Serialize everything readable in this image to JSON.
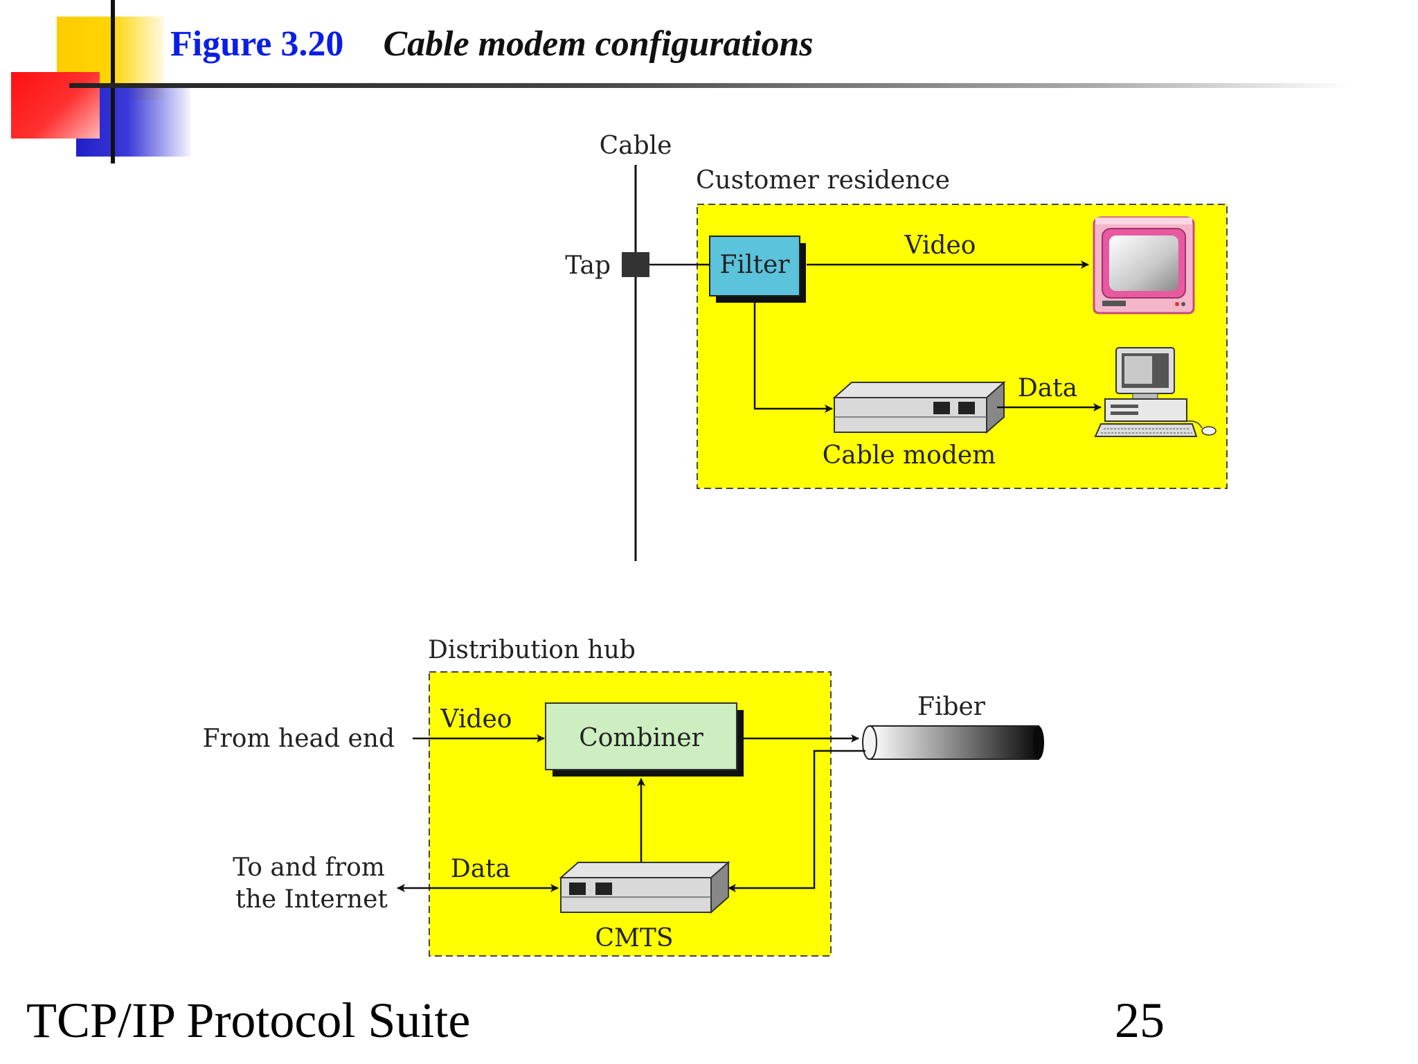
{
  "figure": {
    "number": "Figure 3.20",
    "caption": "Cable modem configurations"
  },
  "top_diagram": {
    "cable_label": "Cable",
    "tap_label": "Tap",
    "residence_label": "Customer residence",
    "filter_label": "Filter",
    "video_label": "Video",
    "data_label": "Data",
    "modem_label": "Cable modem"
  },
  "bottom_diagram": {
    "hub_label": "Distribution hub",
    "from_head_end": "From head end",
    "video_label": "Video",
    "combiner_label": "Combiner",
    "fiber_label": "Fiber",
    "internet_line1": "To and from",
    "internet_line2": "the Internet",
    "data_label": "Data",
    "cmts_label": "CMTS"
  },
  "footer": {
    "left": "TCP/IP Protocol Suite",
    "page": "25"
  },
  "colors": {
    "zone_fill": "#ffff00",
    "filter_fill": "#5bc3dc",
    "combiner_fill": "#cdeec0",
    "title_blue": "#0a1ee6"
  }
}
